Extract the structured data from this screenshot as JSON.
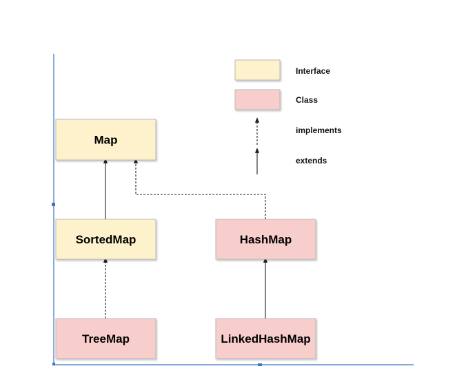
{
  "diagram": {
    "nodes": [
      {
        "id": "map",
        "label": "Map",
        "kind": "interface"
      },
      {
        "id": "sortedmap",
        "label": "SortedMap",
        "kind": "interface"
      },
      {
        "id": "hashmap",
        "label": "HashMap",
        "kind": "class"
      },
      {
        "id": "treemap",
        "label": "TreeMap",
        "kind": "class"
      },
      {
        "id": "linkedhashmap",
        "label": "LinkedHashMap",
        "kind": "class"
      }
    ],
    "edges": [
      {
        "from": "sortedmap",
        "to": "map",
        "relation": "extends"
      },
      {
        "from": "hashmap",
        "to": "map",
        "relation": "implements"
      },
      {
        "from": "treemap",
        "to": "sortedmap",
        "relation": "implements"
      },
      {
        "from": "linkedhashmap",
        "to": "hashmap",
        "relation": "extends"
      }
    ],
    "legend": {
      "interface_label": "Interface",
      "class_label": "Class",
      "implements_label": "implements",
      "extends_label": "extends"
    },
    "colors": {
      "interface_fill": "#fef2cc",
      "class_fill": "#f8cecc",
      "selection": "#3e73c4"
    }
  }
}
